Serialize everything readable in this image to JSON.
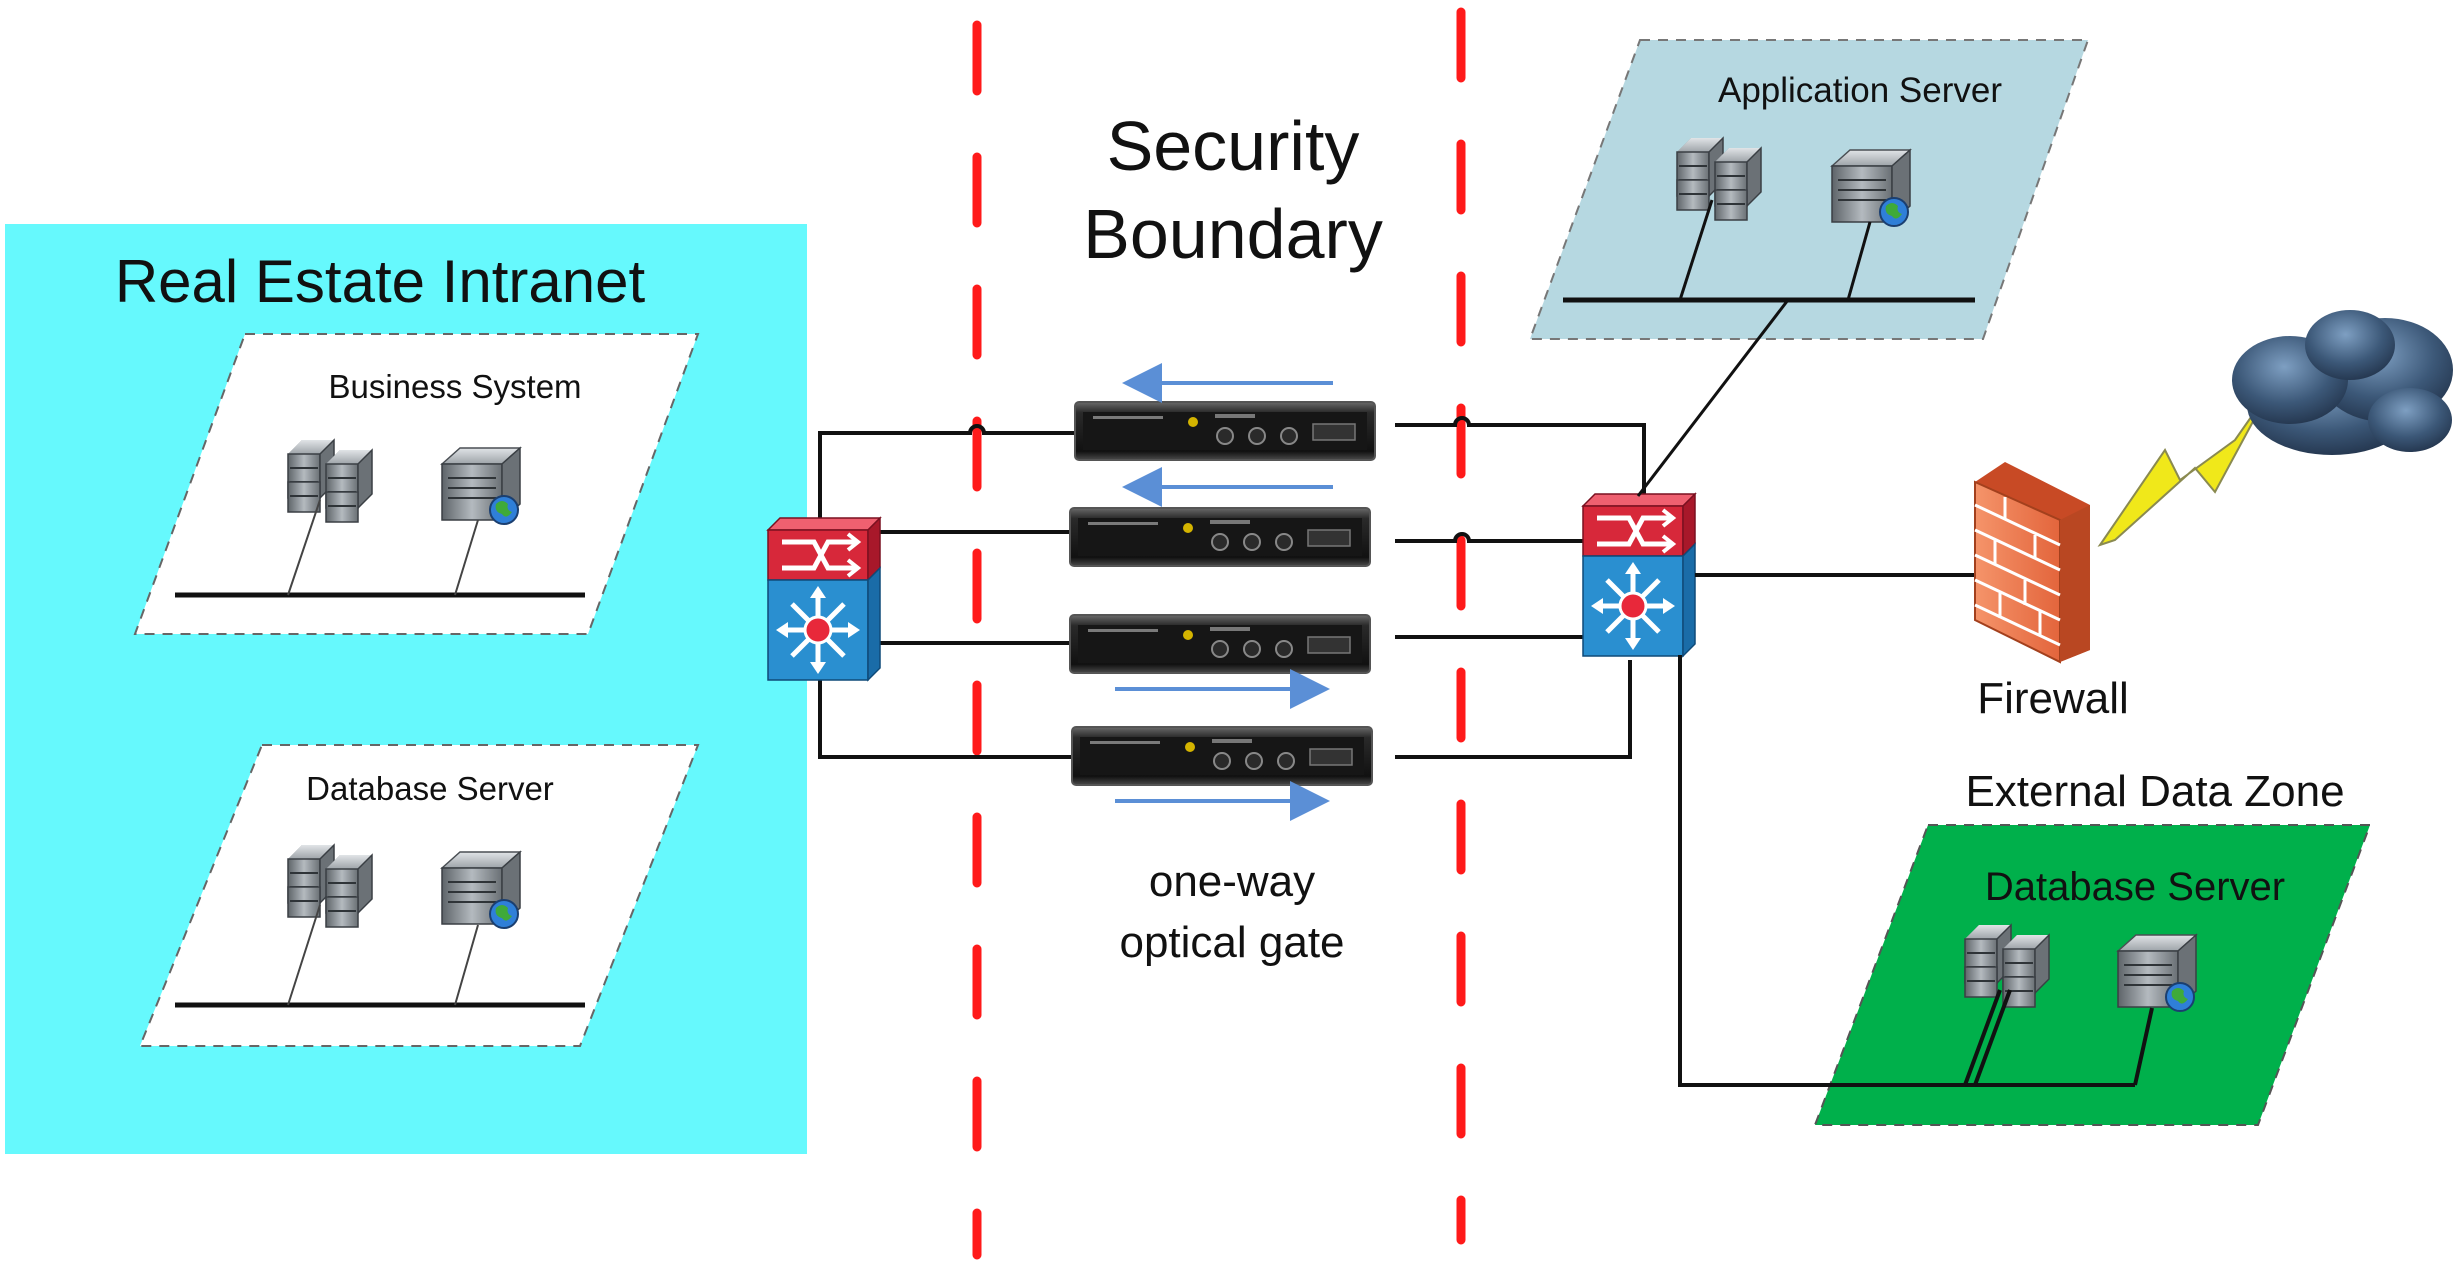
{
  "intranet": {
    "title": "Real Estate Intranet",
    "business_system": "Business System",
    "database_server": "Database Server"
  },
  "boundary": {
    "title_line1": "Security",
    "title_line2": "Boundary",
    "gate_line1": "one-way",
    "gate_line2": "optical gate"
  },
  "external": {
    "application_server": "Application Server",
    "firewall": "Firewall",
    "zone_title": "External Data Zone",
    "database_server": "Database Server"
  },
  "colors": {
    "intranet_bg": "#66f9fd",
    "app_zone_bg": "#b6d8e1",
    "data_zone_bg": "#00b04b",
    "boundary_dash": "#ff1a1a",
    "arrow": "#5b8fd6",
    "switch_red": "#d7283a",
    "switch_blue": "#2a8fd0",
    "firewall": "#f08050"
  },
  "icons": {
    "cluster": "server-cluster-icon",
    "web_server": "web-server-icon",
    "switch": "layer3-switch-icon",
    "gate": "optical-gate-device-icon",
    "firewall": "firewall-icon",
    "cloud": "internet-cloud-icon",
    "lightning": "lightning-icon"
  }
}
